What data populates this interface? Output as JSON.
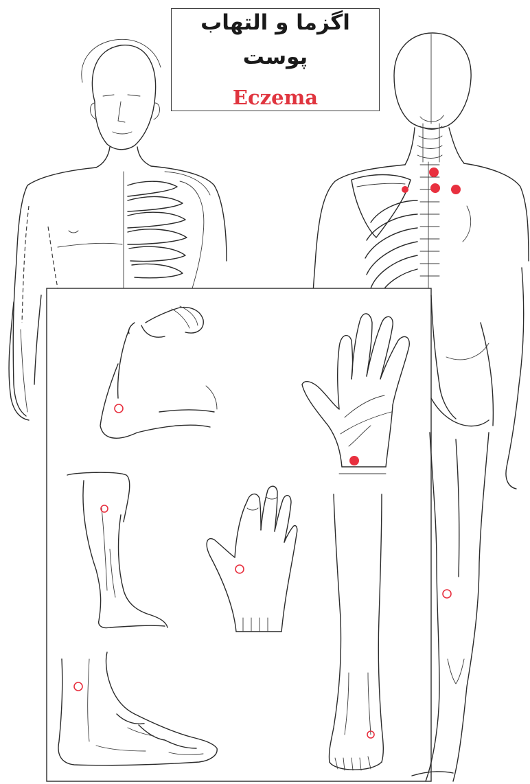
{
  "title": {
    "persian_line1": "اگزما و التهاب",
    "persian_line2": "پوست",
    "english": "Eczema"
  },
  "colors": {
    "point": "#e8303f",
    "title_accent": "#e0353f",
    "line": "#2b2b2b",
    "background": "#ffffff"
  },
  "figures": [
    "front-body-figure",
    "back-body-figure",
    "arm-figure",
    "palm-figure",
    "leg-figure",
    "foot-dorsum-figure",
    "foot-side-figure",
    "lower-leg-foot-figure"
  ],
  "points": {
    "filled": [
      {
        "id": "back-point-1",
        "type": "filled"
      },
      {
        "id": "back-point-2",
        "type": "filled"
      },
      {
        "id": "back-point-3",
        "type": "filled"
      },
      {
        "id": "back-point-4",
        "type": "filled"
      },
      {
        "id": "wrist-point",
        "type": "filled"
      }
    ],
    "hollow": [
      {
        "id": "elbow-point",
        "type": "hollow"
      },
      {
        "id": "knee-point",
        "type": "hollow"
      },
      {
        "id": "hand-dorsum-point",
        "type": "hollow"
      },
      {
        "id": "calf-point",
        "type": "hollow"
      },
      {
        "id": "ankle-point",
        "type": "hollow"
      },
      {
        "id": "toe-point",
        "type": "hollow"
      }
    ]
  }
}
